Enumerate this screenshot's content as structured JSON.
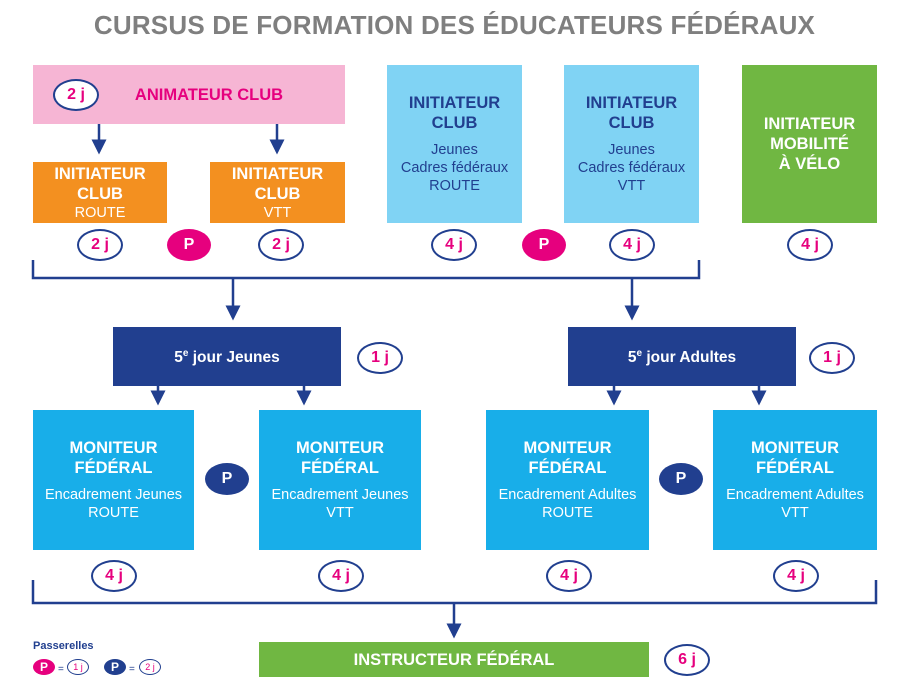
{
  "title": "CURSUS DE FORMATION DES ÉDUCATEURS FÉDÉRAUX",
  "animateur": {
    "title": "ANIMATEUR CLUB",
    "duration": "2 j"
  },
  "initiateur_route": {
    "title": "INITIATEUR CLUB",
    "sub": "ROUTE",
    "duration": "2 j"
  },
  "initiateur_vtt": {
    "title": "INITIATEUR CLUB",
    "sub": "VTT",
    "duration": "2 j"
  },
  "initiateur_jeunes_route": {
    "title": "INITIATEUR CLUB",
    "l1": "Jeunes",
    "l2": "Cadres fédéraux",
    "l3": "ROUTE",
    "duration": "4 j"
  },
  "initiateur_jeunes_vtt": {
    "title": "INITIATEUR CLUB",
    "l1": "Jeunes",
    "l2": "Cadres fédéraux",
    "l3": "VTT",
    "duration": "4 j"
  },
  "mobilite": {
    "l1": "INITIATEUR",
    "l2": "MOBILITÉ",
    "l3": "À VÉLO",
    "duration": "4 j"
  },
  "passerelle": "P",
  "jour_jeunes": {
    "prefix": "5",
    "sup": "e",
    "label": " jour Jeunes",
    "duration": "1 j"
  },
  "jour_adultes": {
    "prefix": "5",
    "sup": "e",
    "label": " jour Adultes",
    "duration": "1 j"
  },
  "moniteurs": [
    {
      "title": "MONITEUR FÉDÉRAL",
      "l1": "Encadrement Jeunes",
      "l2": "ROUTE",
      "duration": "4 j"
    },
    {
      "title": "MONITEUR FÉDÉRAL",
      "l1": "Encadrement Jeunes",
      "l2": "VTT",
      "duration": "4 j"
    },
    {
      "title": "MONITEUR FÉDÉRAL",
      "l1": "Encadrement Adultes",
      "l2": "ROUTE",
      "duration": "4 j"
    },
    {
      "title": "MONITEUR FÉDÉRAL",
      "l1": "Encadrement Adultes",
      "l2": "VTT",
      "duration": "4 j"
    }
  ],
  "instructeur": {
    "title": "INSTRUCTEUR FÉDÉRAL",
    "duration": "6 j"
  },
  "legend": {
    "title": "Passerelles",
    "p": "P",
    "eq": "=",
    "v1": "1 j",
    "v2": "2 j"
  },
  "colors": {
    "navy": "#213f8f",
    "magenta": "#e6007e",
    "pink": "#f6b5d4",
    "orange": "#f39020",
    "light_blue": "#80d3f4",
    "green": "#70b742",
    "cyan": "#18aee9"
  }
}
